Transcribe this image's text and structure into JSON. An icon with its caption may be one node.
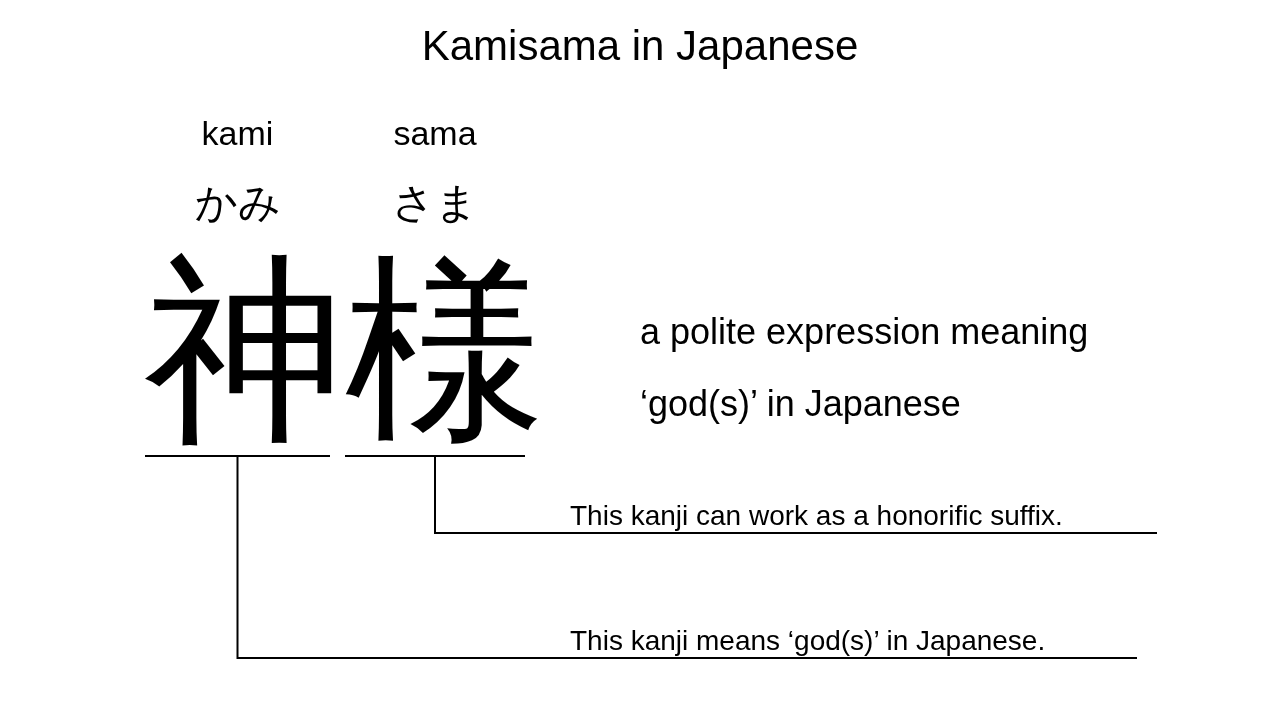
{
  "diagram": {
    "title": "Kamisama in Japanese",
    "nodes": [
      {
        "text": [
          "神"
        ],
        "beside": [
          "kami",
          "かみ"
        ]
      },
      {
        "text": [
          "様"
        ],
        "beside": [
          "sama",
          "さま"
        ]
      },
      {
        "text": [
          "This kanji can work as a honorific suffix."
        ]
      },
      {
        "text": [
          "This kanji means ‘god(s)’ in Japanese."
        ]
      }
    ],
    "edges": [
      {
        "from": 1,
        "to": 2,
        "arrow": "none"
      },
      {
        "from": 0,
        "to": 3,
        "arrow": "none"
      }
    ],
    "labels": [
      "a polite expression meaning ‘god(s)’ in Japanese"
    ]
  }
}
